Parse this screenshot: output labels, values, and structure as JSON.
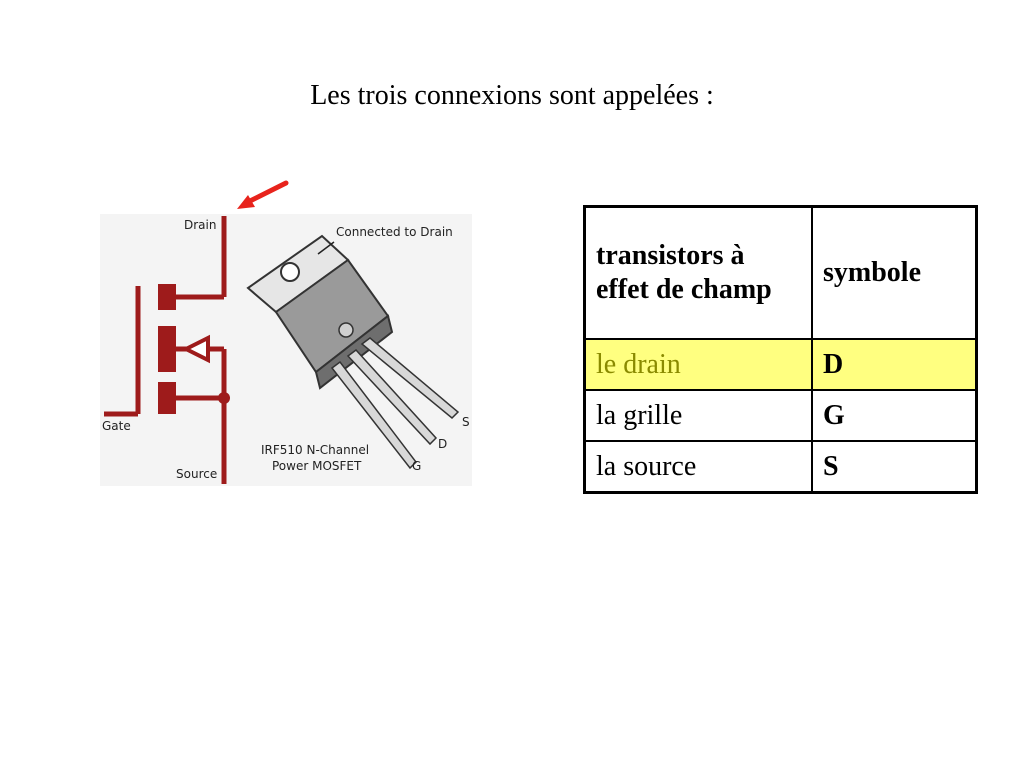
{
  "slide": {
    "title": "Les trois connexions sont appelées :"
  },
  "diagram": {
    "labels": {
      "drain": "Drain",
      "gate": "Gate",
      "source": "Source",
      "connected": "Connected to Drain",
      "part_line1": "IRF510 N-Channel",
      "part_line2": "Power MOSFET",
      "pin_s": "S",
      "pin_d": "D",
      "pin_g": "G"
    },
    "colors": {
      "symbol": "#9e1b1b",
      "arrow": "#e8231c",
      "package": "#b0b0b0"
    },
    "arrow_icon": "red-arrow-pointer"
  },
  "table": {
    "header": [
      "transistors à effet de champ",
      "symbole"
    ],
    "rows": [
      {
        "name": "le drain",
        "symbol": "D",
        "highlighted": true
      },
      {
        "name": "la grille",
        "symbol": "G",
        "highlighted": false
      },
      {
        "name": "la source",
        "symbol": "S",
        "highlighted": false
      }
    ],
    "highlight_color": "#ffff80"
  }
}
